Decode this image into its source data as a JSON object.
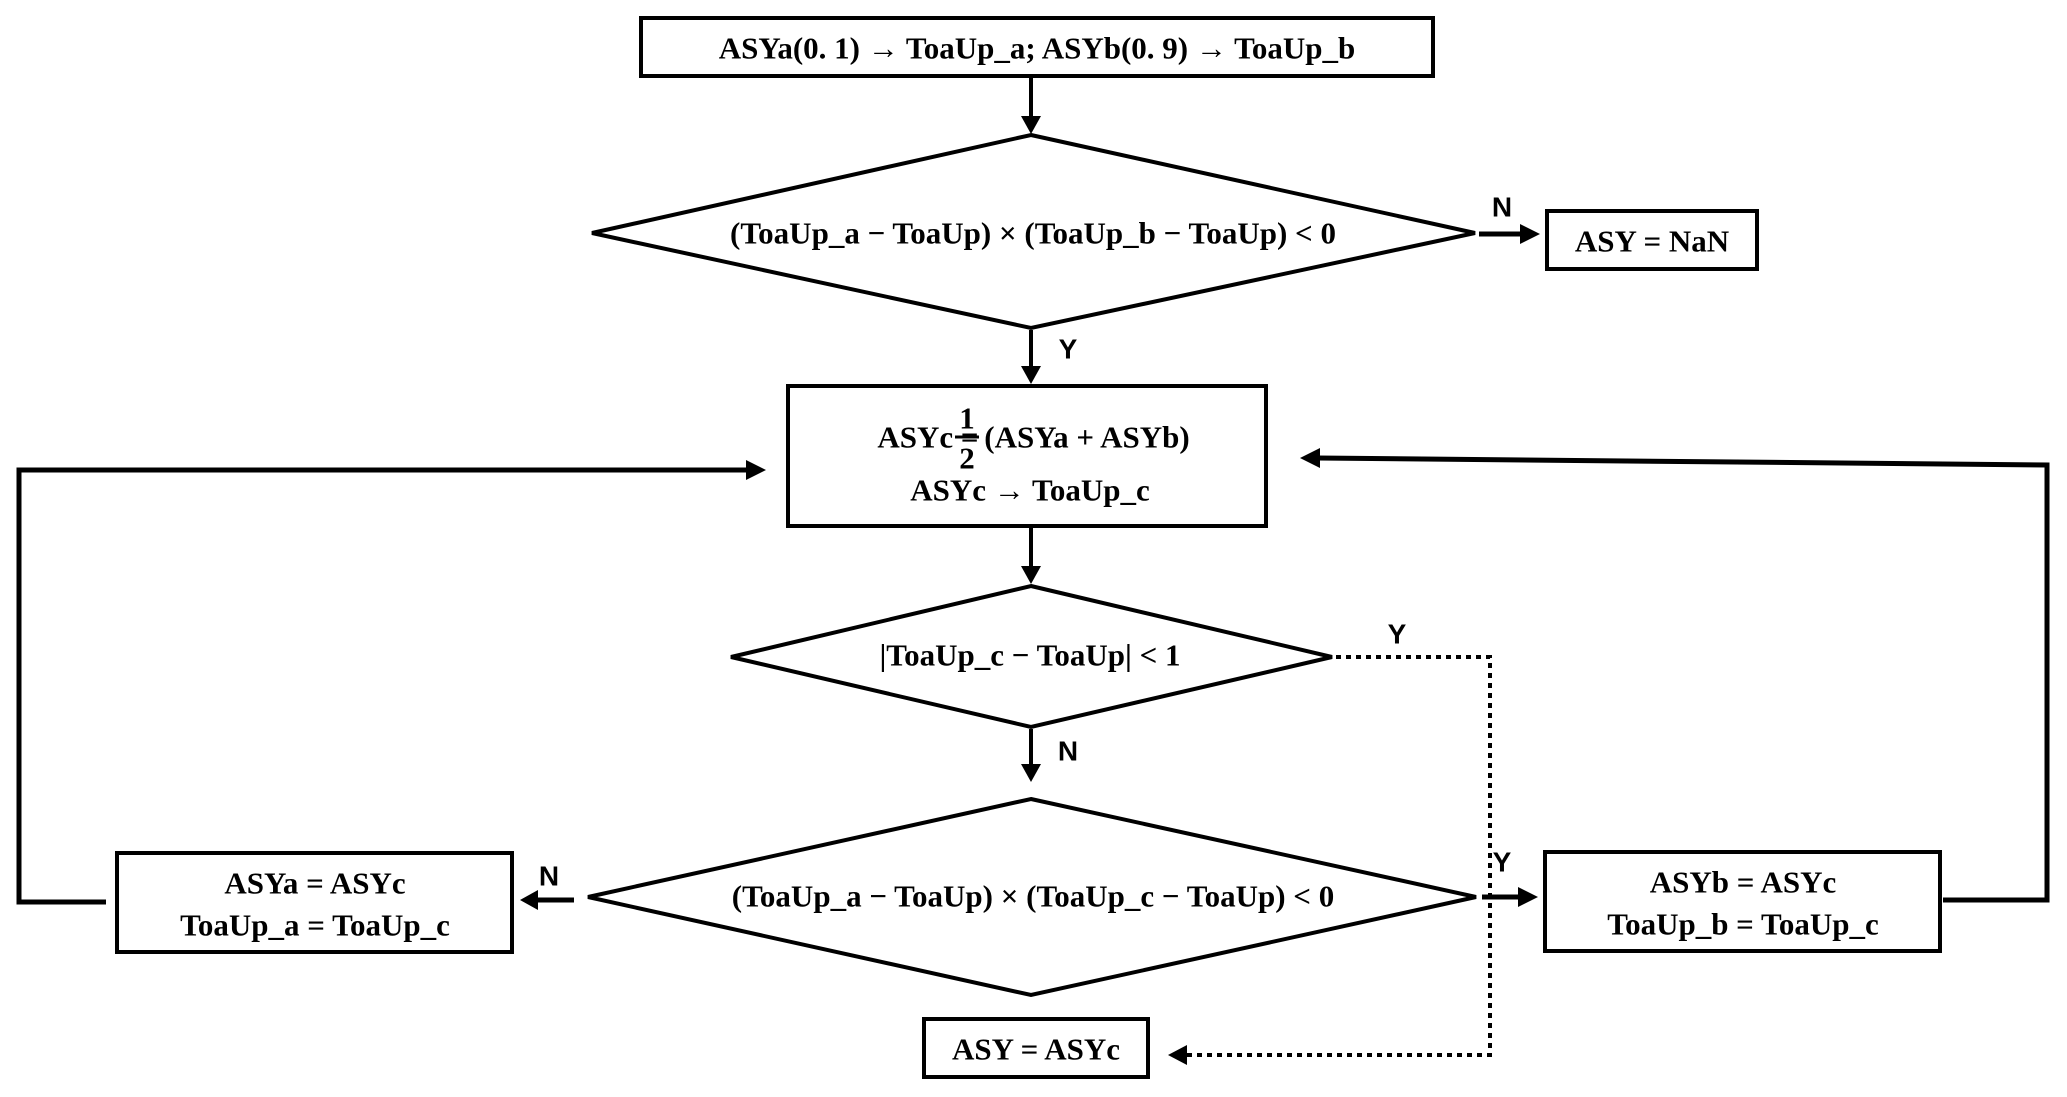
{
  "diagram": {
    "type": "flowchart",
    "title": "ASY bisection search flowchart",
    "nodes": {
      "init": {
        "kind": "process",
        "text": "ASYa(0. 1) → ToaUp_a; ASYb(0. 9) → ToaUp_b"
      },
      "check_bracket": {
        "kind": "decision",
        "text": "(ToaUp_a − ToaUp) × (ToaUp_b − ToaUp)  < 0"
      },
      "nan_result": {
        "kind": "terminal",
        "text": "ASY = NaN"
      },
      "midpoint": {
        "kind": "process",
        "line1_left": "ASYc = ",
        "fraction_num": "1",
        "fraction_den": "2",
        "line1_right": "(ASYa + ASYb)",
        "line2": "ASYc → ToaUp_c"
      },
      "converge_check": {
        "kind": "decision",
        "text": "|ToaUp_c − ToaUp|  < 1"
      },
      "side_check": {
        "kind": "decision",
        "text": "(ToaUp_a − ToaUp) × (ToaUp_c − ToaUp)  < 0"
      },
      "update_a": {
        "kind": "process",
        "line1": "ASYa = ASYc",
        "line2": "ToaUp_a = ToaUp_c"
      },
      "update_b": {
        "kind": "process",
        "line1": "ASYb = ASYc",
        "line2": "ToaUp_b = ToaUp_c"
      },
      "final_result": {
        "kind": "terminal",
        "text": "ASY = ASYc"
      }
    },
    "edges": [
      {
        "from": "init",
        "to": "check_bracket",
        "label": ""
      },
      {
        "from": "check_bracket",
        "to": "nan_result",
        "label": "N"
      },
      {
        "from": "check_bracket",
        "to": "midpoint",
        "label": "Y"
      },
      {
        "from": "midpoint",
        "to": "converge_check",
        "label": ""
      },
      {
        "from": "converge_check",
        "to": "final_result",
        "label": "Y",
        "style": "dotted"
      },
      {
        "from": "converge_check",
        "to": "side_check",
        "label": "N"
      },
      {
        "from": "side_check",
        "to": "update_a",
        "label": "N"
      },
      {
        "from": "side_check",
        "to": "update_b",
        "label": "Y"
      },
      {
        "from": "update_a",
        "to": "midpoint",
        "label": ""
      },
      {
        "from": "update_b",
        "to": "midpoint",
        "label": ""
      }
    ],
    "labels": {
      "yes": "Y",
      "no": "N"
    }
  }
}
